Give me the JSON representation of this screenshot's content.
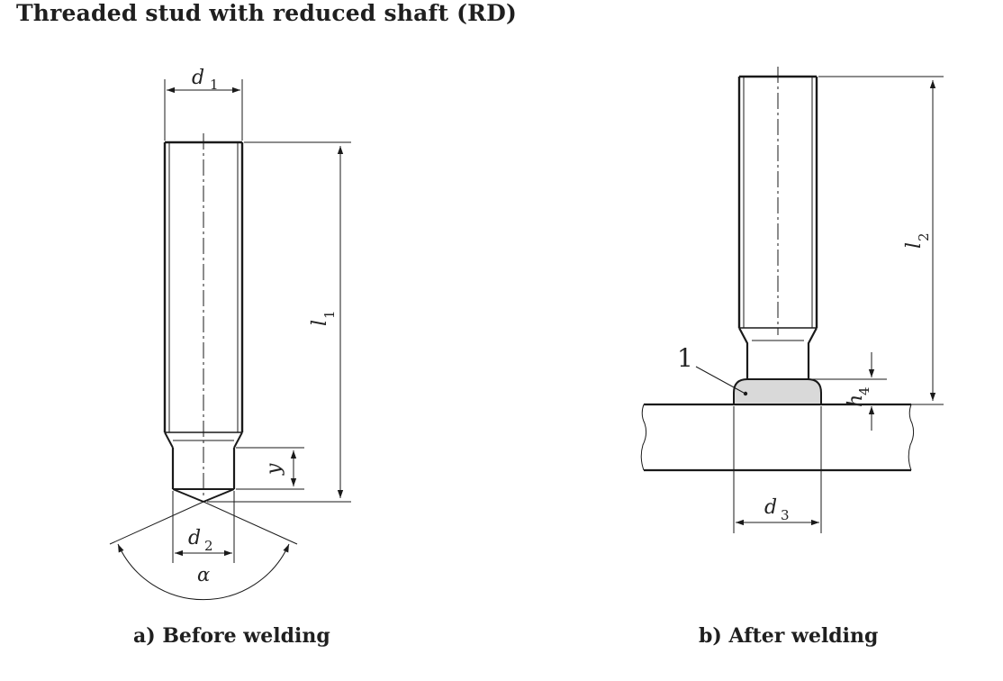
{
  "title": "Threaded stud with reduced shaft (RD)",
  "captions": {
    "before": "a) Before welding",
    "after": "b) After welding"
  },
  "labels": {
    "d1": {
      "sym": "d",
      "sub": "1"
    },
    "d2": {
      "sym": "d",
      "sub": "2"
    },
    "d3": {
      "sym": "d",
      "sub": "3"
    },
    "l1": {
      "sym": "l",
      "sub": "1"
    },
    "l2": {
      "sym": "l",
      "sub": "2"
    },
    "h4": {
      "sym": "h",
      "sub": "4"
    },
    "y": "y",
    "alpha": "α",
    "item1": "1"
  },
  "colors": {
    "line": "#1a1a1a",
    "weld_fill": "#d9d9d9"
  }
}
